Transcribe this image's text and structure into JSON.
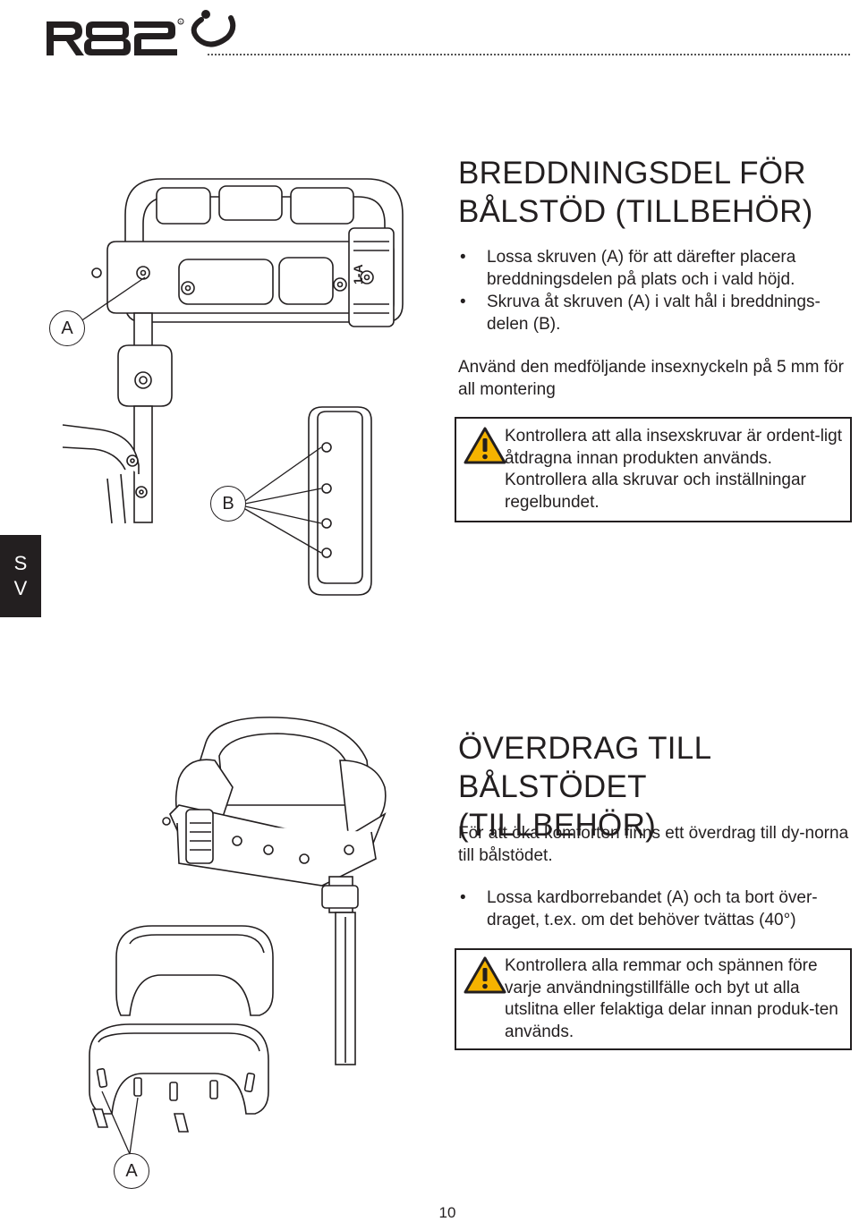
{
  "header": {
    "brand": "R82",
    "registered": "®"
  },
  "side_tab": {
    "letters": [
      "S",
      "V"
    ]
  },
  "section1": {
    "title_line1": "BREDDNINGSDEL FÖR",
    "title_line2": "BÅLSTÖD (TILLBEHÖR)",
    "bullets": [
      "Lossa skruven (A) för att därefter placera breddningsdelen på plats och i vald höjd.",
      "Skruva åt skruven (A) i valt hål i breddnings-delen (B)."
    ],
    "paragraph": "Använd den medföljande insexnyckeln på 5 mm för all montering",
    "warning": "Kontrollera att alla insexskruvar är ordent-ligt åtdragna innan produkten används. Kontrollera alla skruvar och inställningar regelbundet.",
    "callouts": {
      "a": "A",
      "b": "B"
    },
    "part_label": "1-A"
  },
  "section2": {
    "title_line1": "ÖVERDRAG TILL",
    "title_line2": "BÅLSTÖDET (TILLBEHÖR)",
    "paragraph": "För att öka komforten finns ett överdrag till dy-norna till bålstödet.",
    "bullets": [
      "Lossa kardborrebandet (A) och ta bort över-draget, t.ex. om det behöver tvättas (40°)"
    ],
    "warning": "Kontrollera alla remmar och spännen före varje användningstillfälle och byt ut alla utslitna eller felaktiga delar innan produk-ten används.",
    "callouts": {
      "a": "A"
    }
  },
  "footer": {
    "page_number": "10"
  }
}
